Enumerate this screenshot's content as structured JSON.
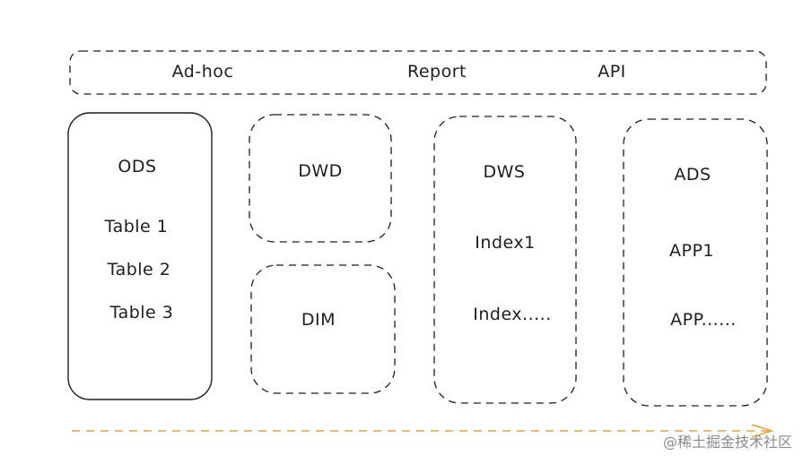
{
  "access_layer": {
    "items": [
      "Ad-hoc",
      "Report",
      "API"
    ]
  },
  "layers": {
    "ods": {
      "title": "ODS",
      "items": [
        "Table 1",
        "Table 2",
        "Table 3"
      ]
    },
    "dwd": {
      "title": "DWD"
    },
    "dim": {
      "title": "DIM"
    },
    "dws": {
      "title": "DWS",
      "items": [
        "Index1",
        "Index....."
      ]
    },
    "ads": {
      "title": "ADS",
      "items": [
        "APP1",
        "APP......"
      ]
    }
  },
  "colors": {
    "stroke": "#1e1e1e",
    "timeline": "#f0a030",
    "watermark": "#8a8a8a"
  },
  "watermark": {
    "text": "@稀土掘金技术社区"
  }
}
